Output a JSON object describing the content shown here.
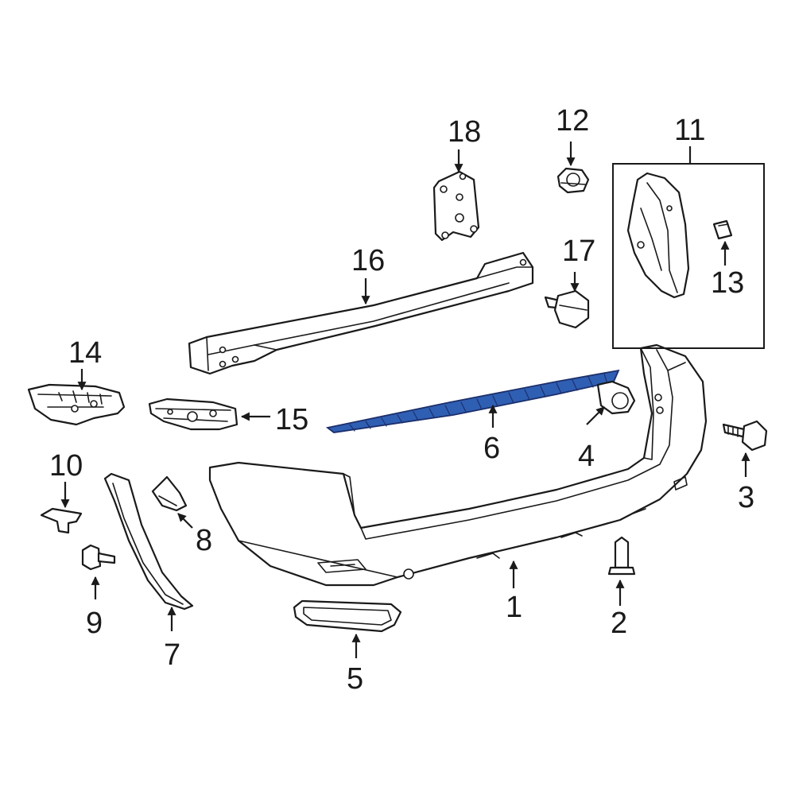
{
  "colors": {
    "line": "#1a1a1a",
    "background": "#ffffff",
    "highlight_fill": "#2f5fb3",
    "highlight_stroke": "#1c2f6b"
  },
  "highlighted_part": "6",
  "callouts": {
    "c1": "1",
    "c2": "2",
    "c3": "3",
    "c4": "4",
    "c5": "5",
    "c6": "6",
    "c7": "7",
    "c8": "8",
    "c9": "9",
    "c10": "10",
    "c11": "11",
    "c12": "12",
    "c13": "13",
    "c14": "14",
    "c15": "15",
    "c16": "16",
    "c17": "17",
    "c18": "18"
  }
}
